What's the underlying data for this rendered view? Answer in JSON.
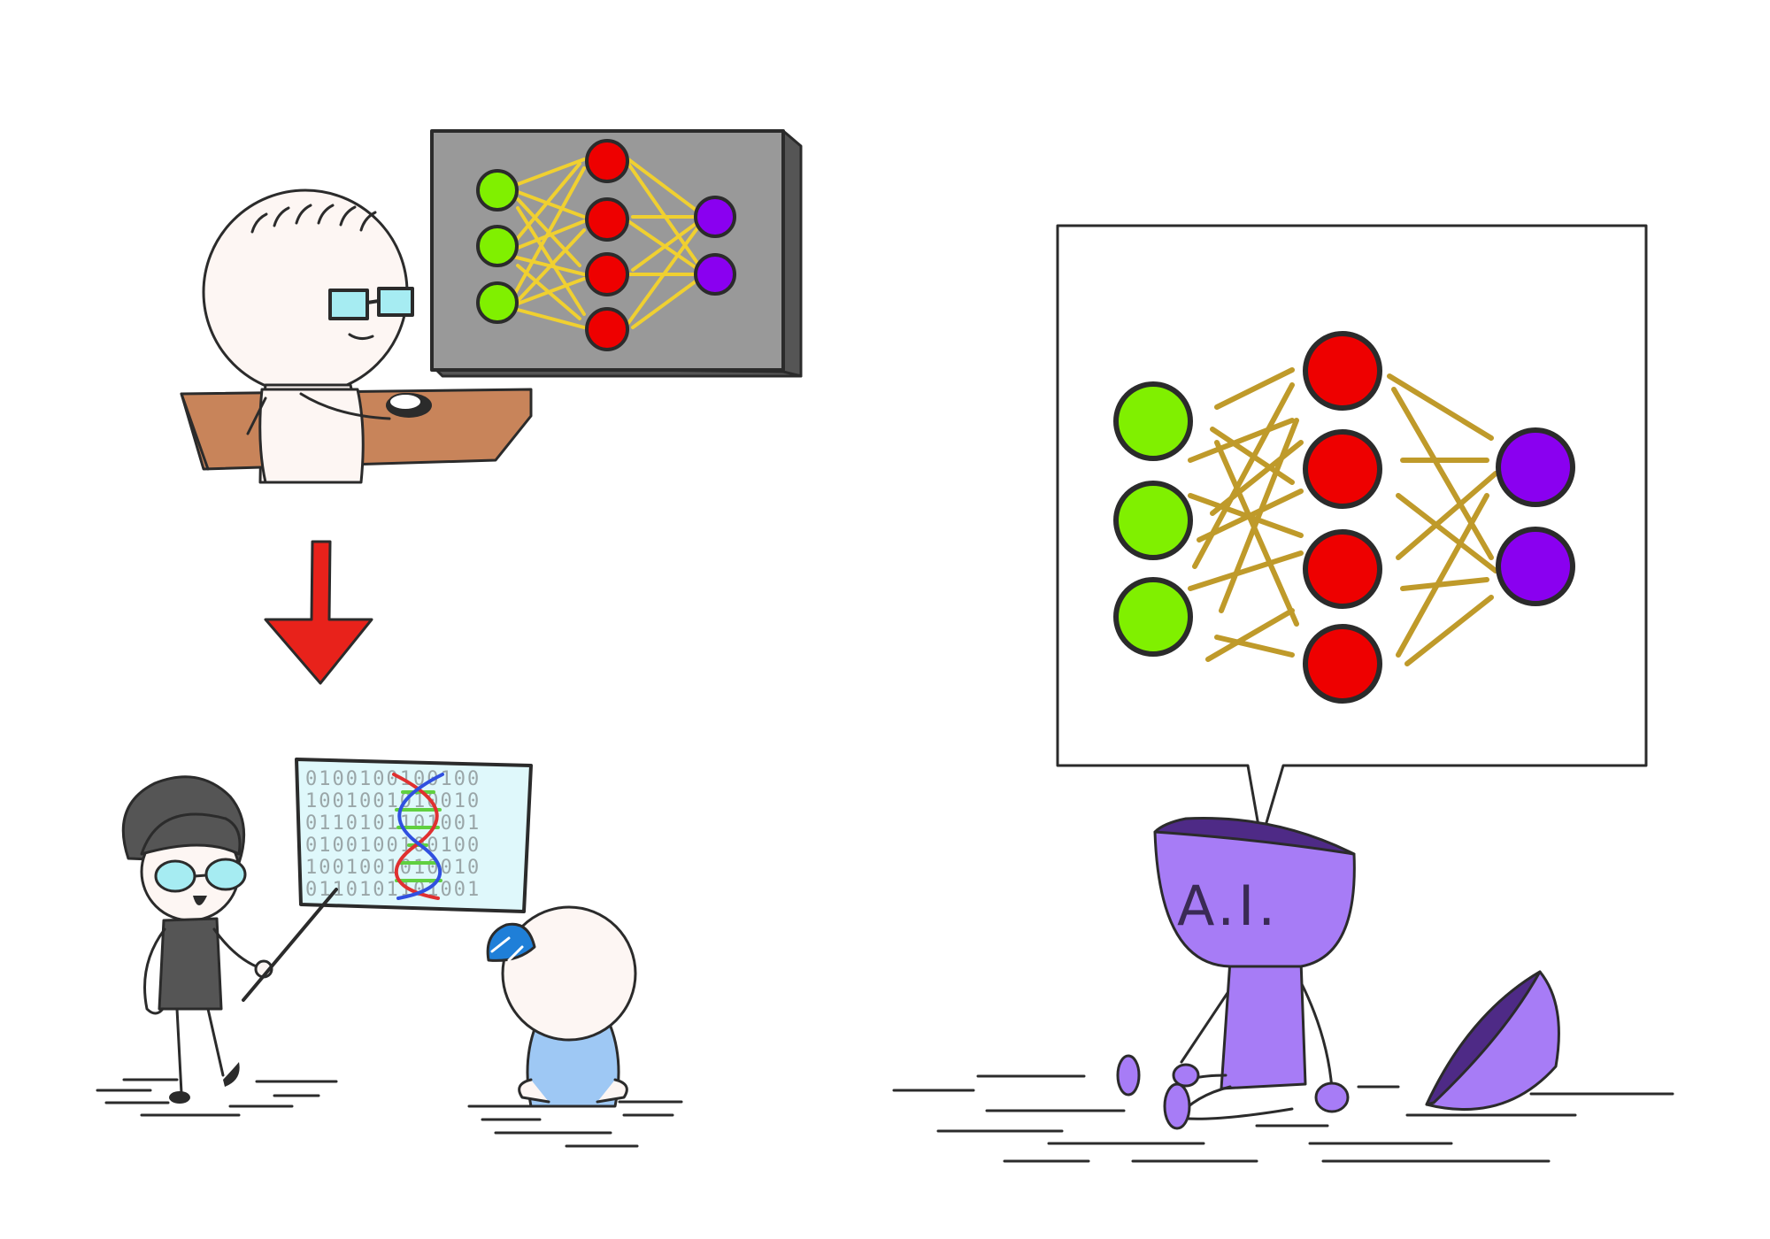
{
  "colors": {
    "input_node": "#80f000",
    "hidden_node": "#ee0000",
    "output_node": "#8a00f0",
    "small_net_edge": "#f0d030",
    "big_net_edge": "#bf9a2a",
    "monitor": "#999999",
    "desk": "#c8845a",
    "arrow": "#e8221b",
    "ai_robot": "#a77cf6",
    "ai_robot_dark": "#4e2a86",
    "skin": "#fdf6f3",
    "glasses": "#a6ecf2",
    "cap": "#1f7fd8",
    "child_shirt": "#9ec8f4",
    "dna_red": "#e03030",
    "dna_blue": "#3050e0",
    "dna_green": "#60d040",
    "poster_bg": "#dff8fb"
  },
  "icons": [
    "programmer-figure",
    "neural-network-monitor",
    "down-arrow-icon",
    "teacher-figure",
    "dna-poster",
    "child-figure",
    "ai-robot-figure",
    "neural-network-speech-bubble",
    "robot-head-lid"
  ],
  "robot": {
    "label": "A.I."
  },
  "poster": {
    "binary_rows": [
      "0100100100100",
      "1001001010010",
      "0110101101001",
      "0100100100100",
      "1001001010010",
      "0110101101001"
    ]
  }
}
